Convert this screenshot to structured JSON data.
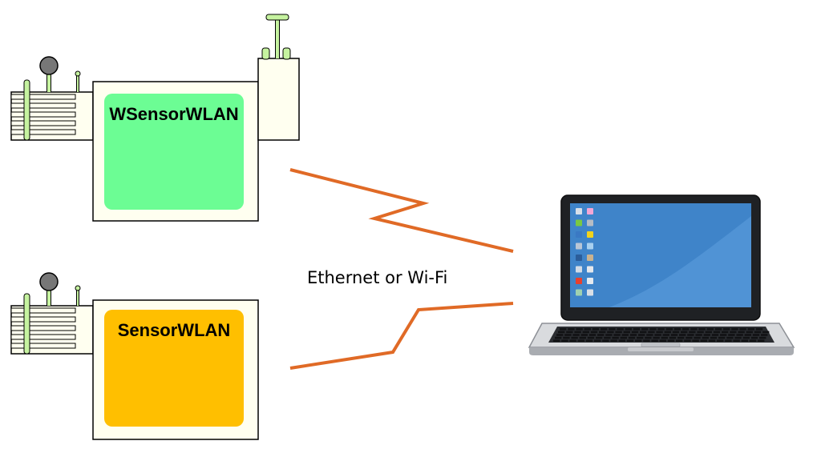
{
  "devices": [
    {
      "label": "WSensorWLAN",
      "color": "#6cfd94",
      "has_side_module": true
    },
    {
      "label": "SensorWLAN",
      "color": "#ffbf00",
      "has_side_module": false
    }
  ],
  "connection": {
    "label": "Ethernet or Wi-Fi",
    "color": "#e06a26"
  },
  "laptop": {
    "screen_color": "#3f84c9",
    "desktop_icon_colors": [
      "#d7dfe9",
      "#f4a6d5",
      "#7ac943",
      "#b6bcc4",
      "#3a79c4",
      "#f2d31c",
      "#b8c6d6",
      "#a8d0ef",
      "#2b5d9a",
      "#c9b28f",
      "#d2dbe6",
      "#e5e8ec",
      "#e8402d",
      "#e4e9ef",
      "#9fd1b0",
      "#d9dfe6"
    ]
  },
  "colors": {
    "housing_fill": "#fffff0",
    "housing_stroke": "#000000",
    "probe_green": "#c6f3a0",
    "probe_gray": "#777777"
  }
}
